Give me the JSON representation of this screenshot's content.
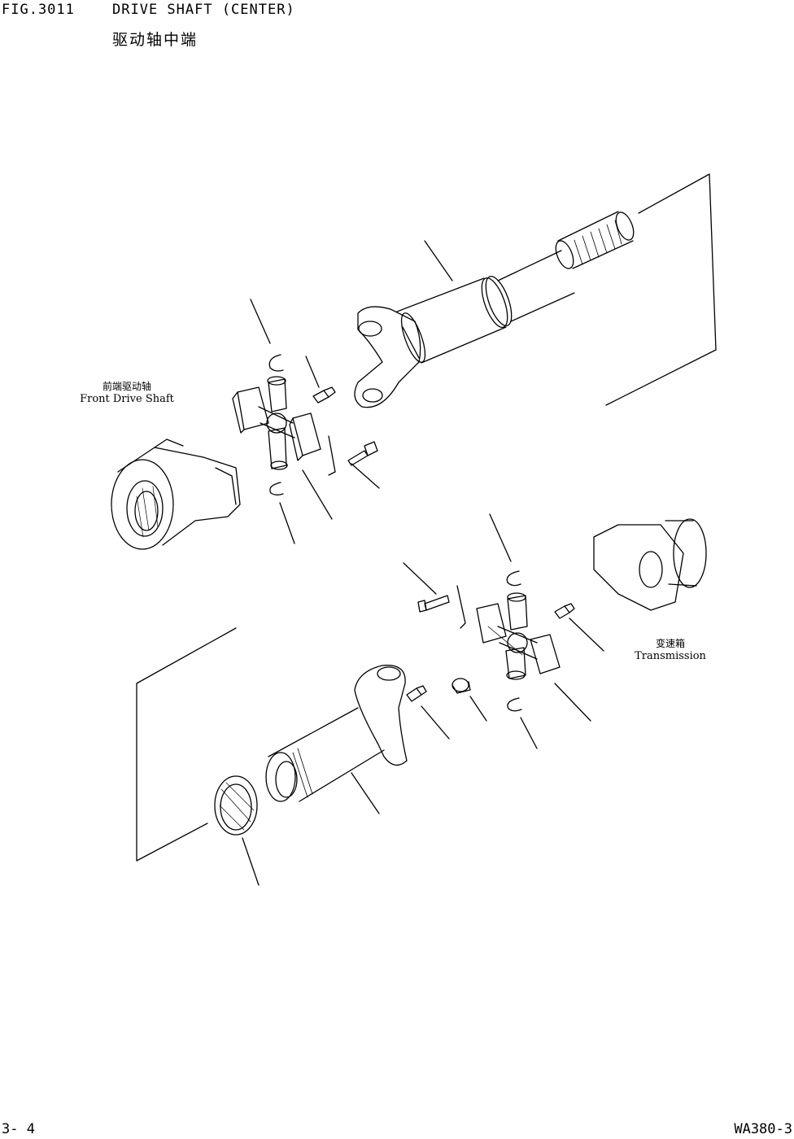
{
  "header": {
    "figure_number": "FIG.3011",
    "title": "DRIVE SHAFT (CENTER)",
    "subtitle_cn": "驱动轴中端"
  },
  "labels": {
    "front_drive_shaft_cn": "前端驱动轴",
    "front_drive_shaft_en": "Front Drive Shaft",
    "transmission_cn": "变速箱",
    "transmission_en": "Transmission"
  },
  "footer": {
    "page": "3- 4",
    "model": "WA380-3"
  }
}
